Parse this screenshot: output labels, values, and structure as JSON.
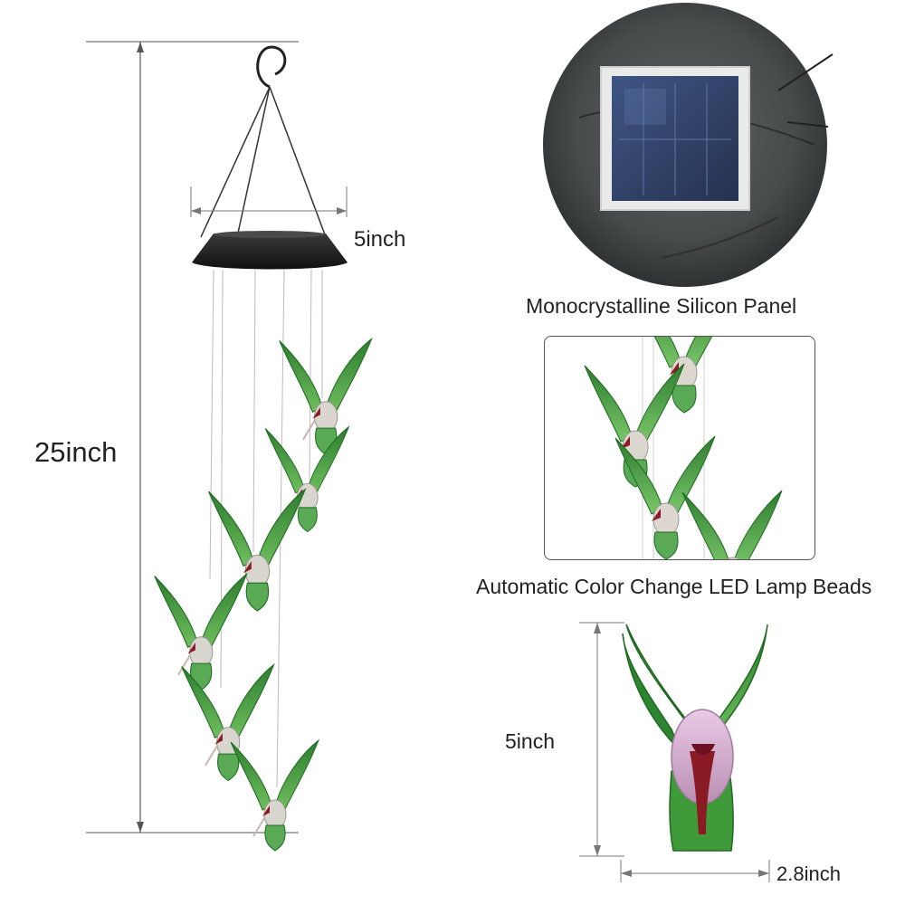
{
  "dimensions": {
    "total_height": "25inch",
    "canopy_width": "5inch",
    "bird_height": "5inch",
    "bird_width": "2.8inch"
  },
  "captions": {
    "solar_panel": "Monocrystalline Silicon Panel",
    "led_beads": "Automatic Color Change LED Lamp Beads"
  },
  "colors": {
    "bird_green": "#3f9a3a",
    "bird_dark_green": "#1f6a22",
    "beak_red": "#8a1a24",
    "canopy_dark": "#262626",
    "panel_blue": "#34466e"
  }
}
